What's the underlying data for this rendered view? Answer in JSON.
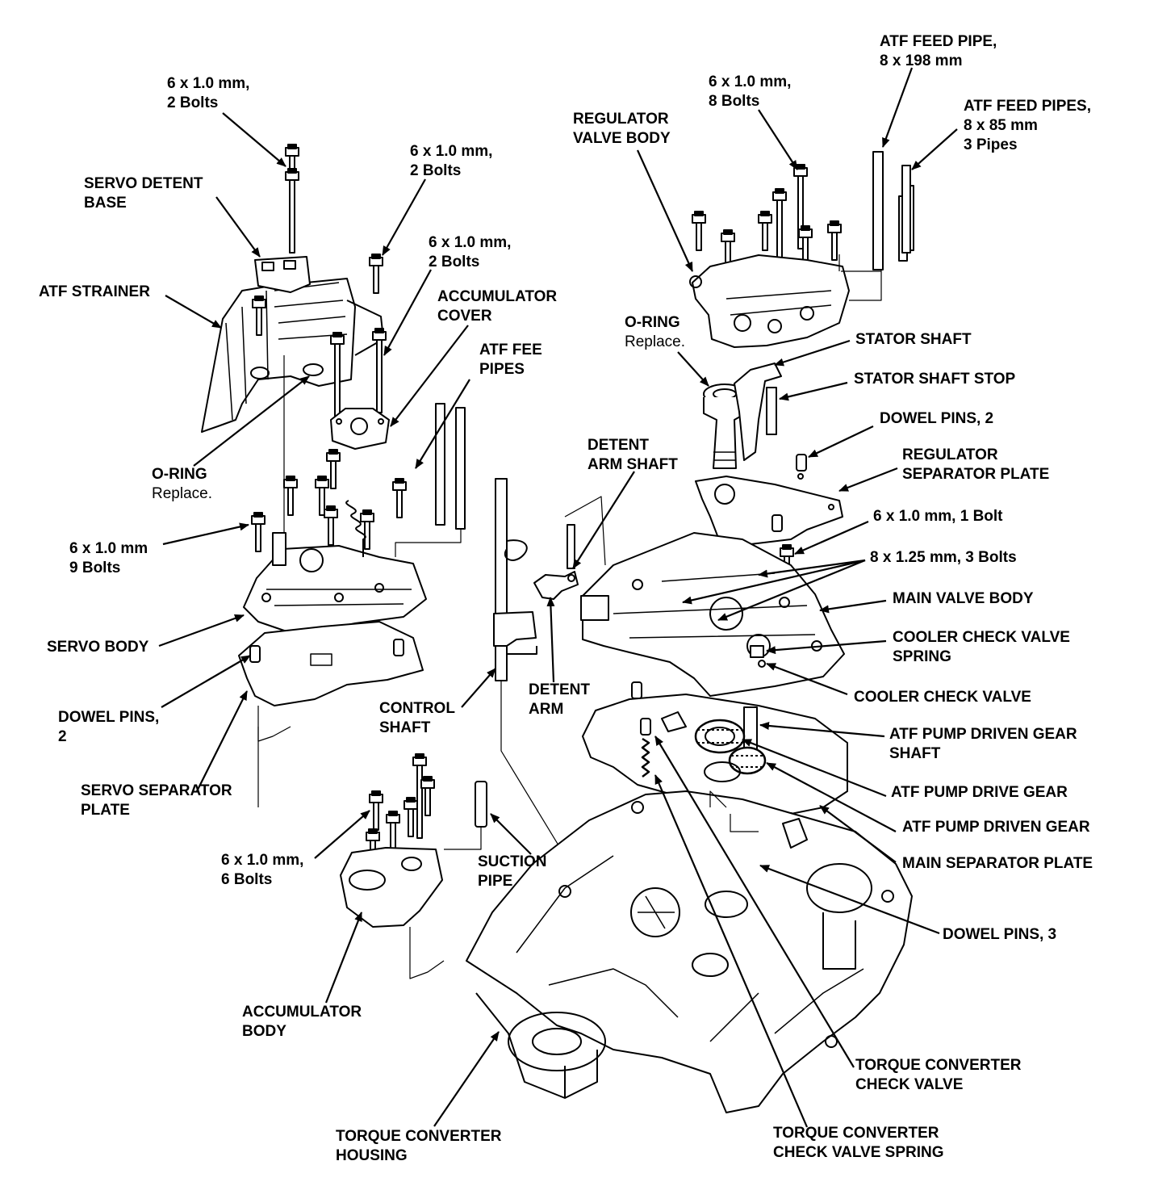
{
  "labels": {
    "bolts_2_top": [
      "6 x 1.0 mm,",
      "2 Bolts"
    ],
    "bolts_2_mid": [
      "6 x 1.0 mm,",
      "2 Bolts"
    ],
    "bolts_2_acc": [
      "6 x 1.0 mm,",
      "2 Bolts"
    ],
    "servo_detent_base": [
      "SERVO DETENT",
      "BASE"
    ],
    "atf_strainer": [
      "ATF STRAINER"
    ],
    "accumulator_cover": [
      "ACCUMULATOR",
      "COVER"
    ],
    "atf_fee_pipes": [
      "ATF FEE",
      "PIPES"
    ],
    "oring_left": [
      "O-RING"
    ],
    "oring_left_note": "Replace.",
    "bolts_9": [
      "6 x 1.0 mm",
      "9 Bolts"
    ],
    "servo_body": [
      "SERVO BODY"
    ],
    "dowel_pins_2_left": [
      "DOWEL PINS,",
      "2"
    ],
    "servo_separator_plate": [
      "SERVO SEPARATOR",
      "PLATE"
    ],
    "control_shaft": [
      "CONTROL",
      "SHAFT"
    ],
    "detent_arm_shaft": [
      "DETENT",
      "ARM SHAFT"
    ],
    "detent_arm": [
      "DETENT",
      "ARM"
    ],
    "bolts_6": [
      "6 x 1.0 mm,",
      "6 Bolts"
    ],
    "suction_pipe": [
      "SUCTION",
      "PIPE"
    ],
    "accumulator_body": [
      "ACCUMULATOR",
      "BODY"
    ],
    "torque_converter_housing": [
      "TORQUE CONVERTER",
      "HOUSING"
    ],
    "atf_feed_pipe": [
      "ATF FEED PIPE,",
      "8 x 198 mm"
    ],
    "bolts_8": [
      "6 x 1.0 mm,",
      "8 Bolts"
    ],
    "atf_feed_pipes": [
      "ATF FEED PIPES,",
      "8 x 85 mm",
      "3 Pipes"
    ],
    "regulator_valve_body": [
      "REGULATOR",
      "VALVE BODY"
    ],
    "oring_right": [
      "O-RING"
    ],
    "oring_right_note": "Replace.",
    "stator_shaft": [
      "STATOR SHAFT"
    ],
    "stator_shaft_stop": [
      "STATOR SHAFT STOP"
    ],
    "dowel_pins_2_right": [
      "DOWEL PINS, 2"
    ],
    "regulator_separator_plate": [
      "REGULATOR",
      "SEPARATOR PLATE"
    ],
    "bolt_1": [
      "6 x 1.0 mm, 1 Bolt"
    ],
    "bolts_3": [
      "8 x 1.25 mm, 3 Bolts"
    ],
    "main_valve_body": [
      "MAIN VALVE BODY"
    ],
    "cooler_check_valve_spring": [
      "COOLER CHECK VALVE",
      "SPRING"
    ],
    "cooler_check_valve": [
      "COOLER CHECK VALVE"
    ],
    "atf_pump_driven_gear_shaft": [
      "ATF PUMP DRIVEN GEAR",
      "SHAFT"
    ],
    "atf_pump_drive_gear": [
      "ATF PUMP DRIVE GEAR"
    ],
    "atf_pump_driven_gear": [
      "ATF PUMP DRIVEN GEAR"
    ],
    "main_separator_plate": [
      "MAIN SEPARATOR PLATE"
    ],
    "dowel_pins_3": [
      "DOWEL PINS, 3"
    ],
    "tc_check_valve": [
      "TORQUE CONVERTER",
      "CHECK VALVE"
    ],
    "tc_check_valve_spring": [
      "TORQUE CONVERTER",
      "CHECK VALVE SPRING"
    ]
  }
}
